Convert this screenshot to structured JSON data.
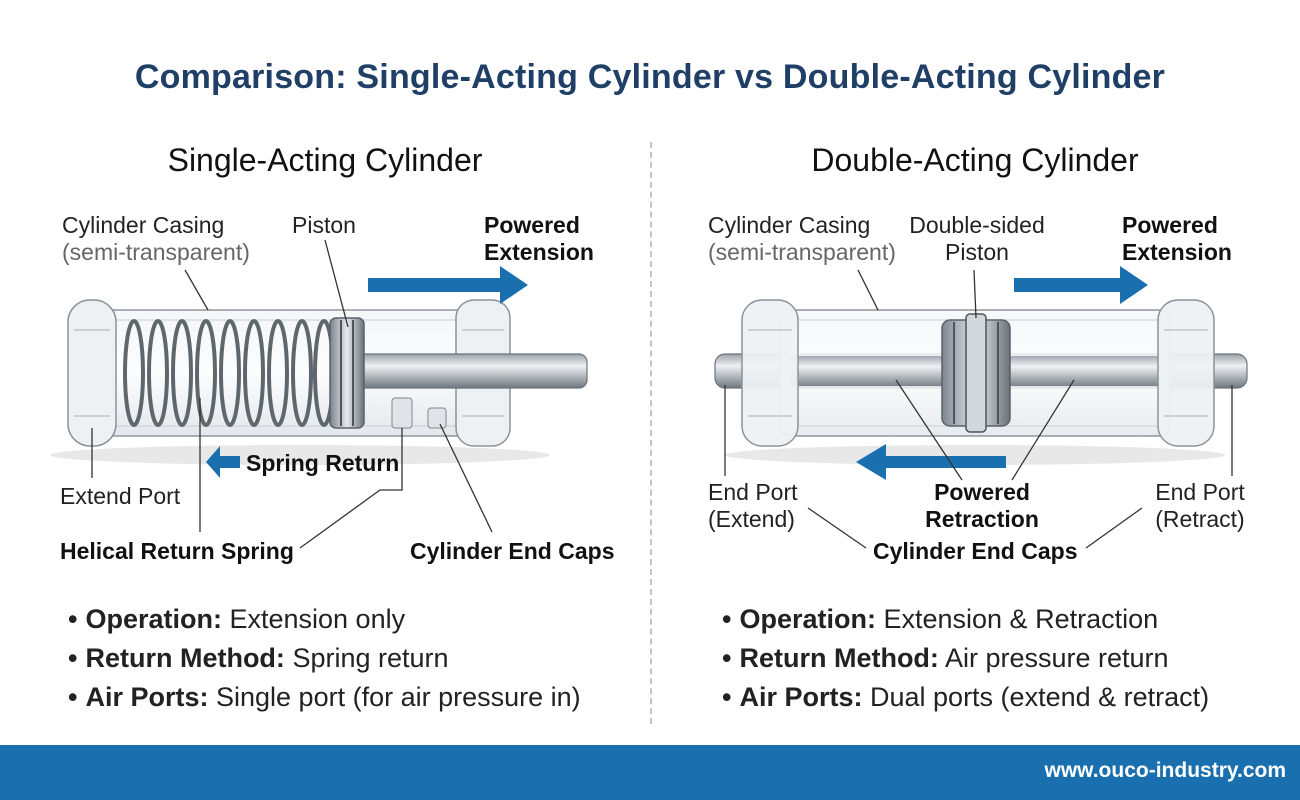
{
  "title": "Comparison: Single-Acting Cylinder vs Double-Acting Cylinder",
  "single": {
    "heading": "Single-Acting Cylinder",
    "labels": {
      "casing": "Cylinder Casing",
      "casing_sub": "(semi-transparent)",
      "piston": "Piston",
      "powered_extension_1": "Powered",
      "powered_extension_2": "Extension",
      "spring_return": "Spring Return",
      "extend_port": "Extend Port",
      "helical_spring": "Helical Return Spring",
      "end_caps": "Cylinder End Caps"
    },
    "bullets": [
      {
        "key": "Operation:",
        "value": "Extension only"
      },
      {
        "key": "Return Method:",
        "value": "Spring return"
      },
      {
        "key": "Air Ports:",
        "value": "Single port (for air pressure in)"
      }
    ]
  },
  "double": {
    "heading": "Double-Acting Cylinder",
    "labels": {
      "casing": "Cylinder Casing",
      "casing_sub": "(semi-transparent)",
      "piston_1": "Double-sided",
      "piston_2": "Piston",
      "powered_extension_1": "Powered",
      "powered_extension_2": "Extension",
      "end_port_extend_1": "End Port",
      "end_port_extend_2": "(Extend)",
      "powered_retraction_1": "Powered",
      "powered_retraction_2": "Retraction",
      "end_port_retract_1": "End Port",
      "end_port_retract_2": "(Retract)",
      "end_caps": "Cylinder End Caps"
    },
    "bullets": [
      {
        "key": "Operation:",
        "value": "Extension & Retraction"
      },
      {
        "key": "Return Method:",
        "value": "Air pressure return"
      },
      {
        "key": "Air Ports:",
        "value": "Dual ports (extend & retract)"
      }
    ]
  },
  "footer": {
    "url": "www.ouco-industry.com"
  },
  "colors": {
    "title": "#1f3f66",
    "arrow": "#1a6fae",
    "footer": "#1a6fae"
  }
}
